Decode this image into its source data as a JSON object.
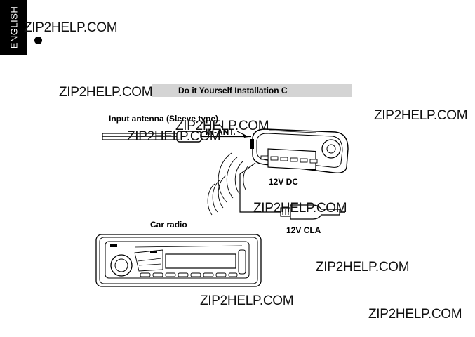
{
  "side_tab": {
    "label": "ENGLISH"
  },
  "watermarks": [
    "ZIP2HELP.COM",
    "ZIP2HELP.COM",
    "ZIP2HELP.COM",
    "ZIP2HELP.COM",
    "ZIP2HELP.COM",
    "ZIP2HELP.COM",
    "ZIP2HELP.COM",
    "ZIP2HELP.COM",
    "ZIP2HELP.COM"
  ],
  "section": {
    "title": "Do it Yourself Installation C"
  },
  "diagram": {
    "input_antenna_label": "Input antenna (Sleeve type)",
    "in_ant_label": "IN-ANT.",
    "dc_label": "12V DC",
    "cla_label": "12V CLA",
    "car_radio_label": "Car radio"
  }
}
